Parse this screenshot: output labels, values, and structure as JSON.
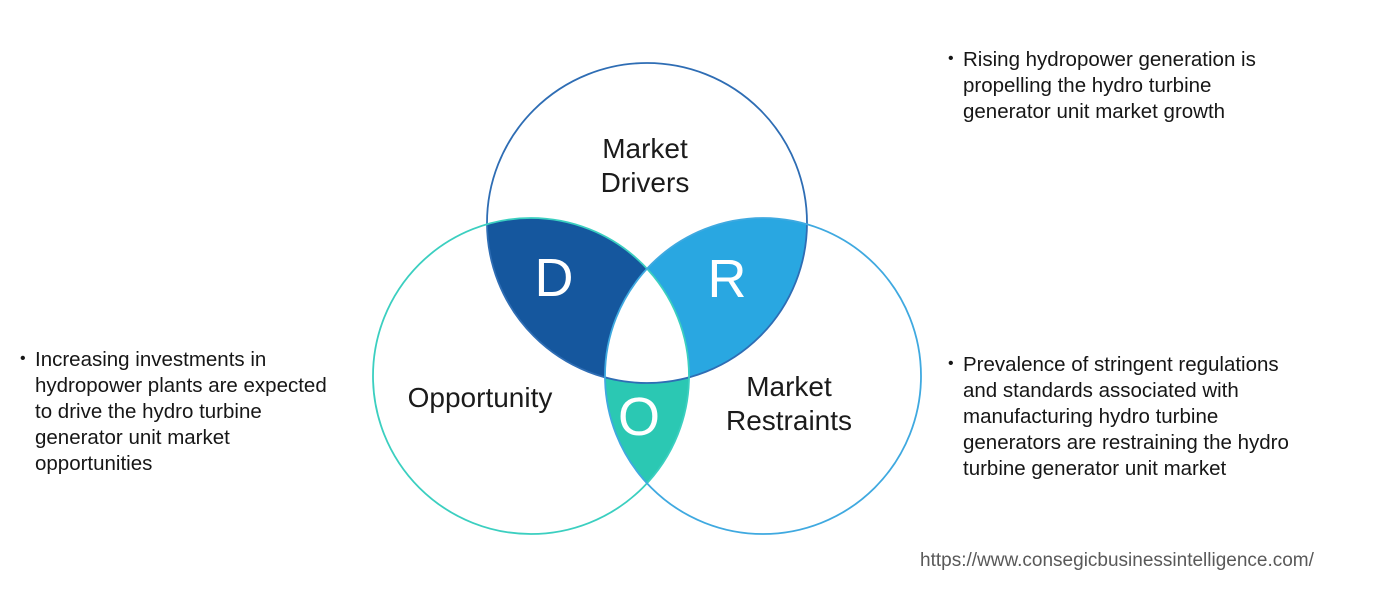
{
  "diagram": {
    "colors": {
      "d_fill": "#15579E",
      "r_fill": "#29A7E1",
      "o_fill": "#2BC8B3",
      "drivers_stroke": "#2E6DB4",
      "opportunity_stroke": "#3BCFC0",
      "restraints_stroke": "#3FA9E0"
    },
    "drivers": {
      "line1": "Market",
      "line2": "Drivers",
      "letter": "D"
    },
    "restraints": {
      "line1": "Market",
      "line2": "Restraints",
      "letter": "R"
    },
    "opportunity": {
      "label": "Opportunity",
      "letter": "O"
    }
  },
  "bullets": {
    "driver": {
      "marker": "•",
      "lines": [
        "Rising hydropower generation is",
        "propelling the hydro turbine",
        "generator unit market growth"
      ]
    },
    "opportunity": {
      "marker": "•",
      "lines": [
        "Increasing investments in",
        "hydropower plants are expected",
        "to drive the hydro turbine",
        "generator unit market",
        "opportunities"
      ]
    },
    "restraint": {
      "marker": "•",
      "lines": [
        "Prevalence of stringent regulations",
        "and standards associated with",
        "manufacturing hydro turbine",
        "generators are restraining the hydro",
        "turbine generator unit market"
      ]
    }
  },
  "footer": {
    "url": "https://www.consegicbusinessintelligence.com/"
  }
}
